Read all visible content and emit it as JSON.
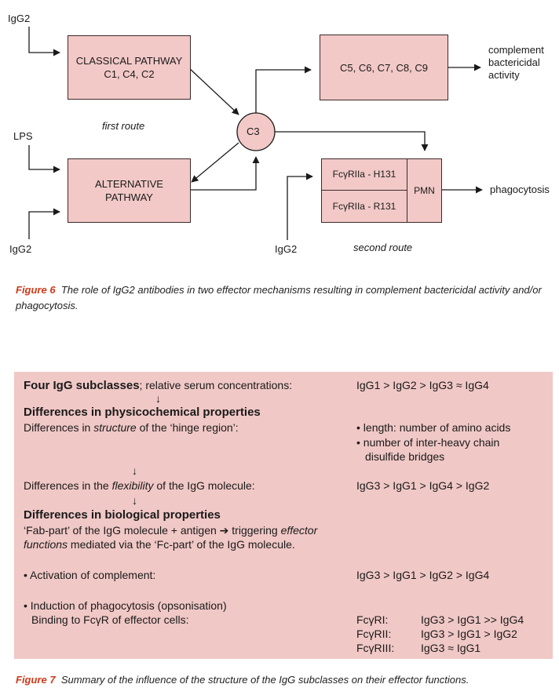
{
  "figure6": {
    "labels": {
      "igg2_top": "IgG2",
      "lps": "LPS",
      "igg2_bottom": "IgG2",
      "igg2_mid": "IgG2",
      "first_route": "first route",
      "second_route": "second route",
      "complement_out": "complement\nbactericidal\nactivity",
      "phagocytosis_out": "phagocytosis"
    },
    "boxes": {
      "classical": "CLASSICAL PATHWAY\nC1, C4, C2",
      "alternative": "ALTERNATIVE\nPATHWAY",
      "c5c9": "C5, C6, C7, C8, C9",
      "c3": "C3",
      "fc_h131": "FcγRIIa - H131",
      "fc_r131": "FcγRIIa - R131",
      "pmn": "PMN"
    },
    "caption_fig": "Figure 6",
    "caption_text": "The role of IgG2 antibodies in two effector mechanisms resulting in complement bactericidal activity and/or phagocytosis."
  },
  "figure7": {
    "row1_left_bold": "Four IgG subclasses",
    "row1_left_rest": "; relative serum concentrations:",
    "row1_right": "IgG1 > IgG2 > IgG3 ≈ IgG4",
    "arrow": "↓",
    "head_physico": "Differences in physicochemical properties",
    "hinge_pre": "Differences in ",
    "hinge_ital": "structure",
    "hinge_post": " of the ‘hinge region’:",
    "bullet_length": "• length: number of amino acids",
    "bullet_number": "• number of inter-heavy chain",
    "bullet_number2": "disulfide bridges",
    "flex_pre": "Differences in the ",
    "flex_ital": "flexibility",
    "flex_post": " of the IgG molecule:",
    "flex_right": "IgG3 > IgG1 > IgG4 > IgG2",
    "head_bio": "Differences in biological properties",
    "fab_line1_pre": "‘Fab-part’ of the IgG molecule + antigen ➔ triggering ",
    "fab_line1_ital": "effector",
    "fab_line2_ital": "functions",
    "fab_line2_post": " mediated via the ‘Fc-part’ of the IgG molecule.",
    "act_left": "• Activation of complement:",
    "act_right": "IgG3 > IgG1 > IgG2 > IgG4",
    "phago_left1": "• Induction of phagocytosis (opsonisation)",
    "phago_left2": "Binding to FcγR of effector cells:",
    "fcr": [
      {
        "receptor": "FcγRI:",
        "order": "IgG3 > IgG1 >> IgG4"
      },
      {
        "receptor": "FcγRII:",
        "order": "IgG3 > IgG1 > IgG2"
      },
      {
        "receptor": "FcγRIII:",
        "order": "IgG3 ≈ IgG1"
      }
    ],
    "caption_fig": "Figure 7",
    "caption_text": "Summary of the influence of the structure of the IgG subclasses on their effector functions."
  }
}
